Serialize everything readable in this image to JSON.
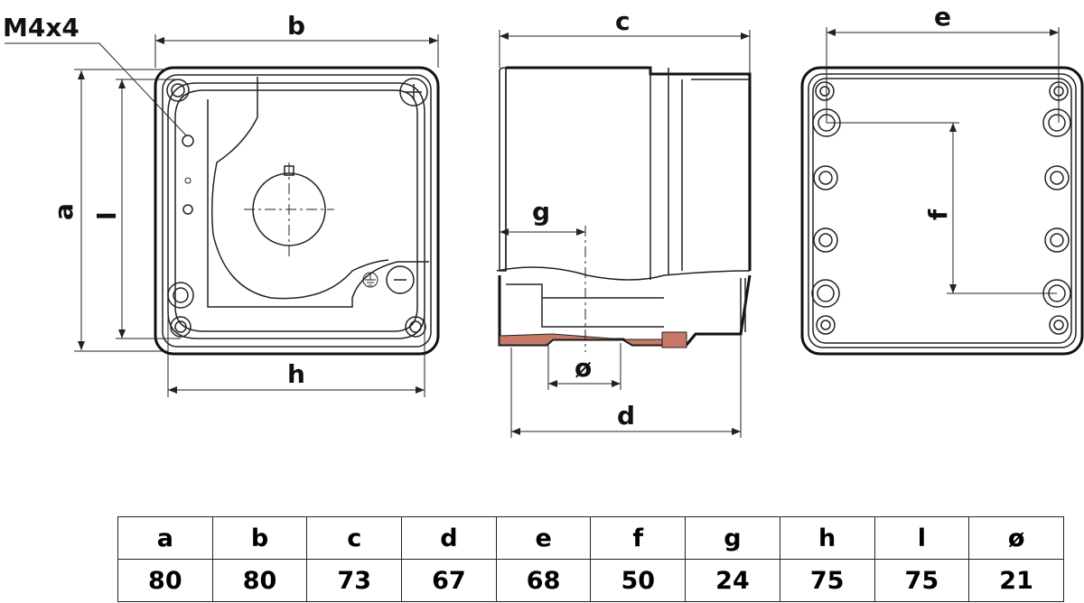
{
  "labels": {
    "thread": "M4x4",
    "a": "a",
    "b": "b",
    "c": "c",
    "d": "d",
    "e": "e",
    "f": "f",
    "g": "g",
    "h": "h",
    "l": "l",
    "dia": "ø"
  },
  "table": {
    "headers": [
      "a",
      "b",
      "c",
      "d",
      "e",
      "f",
      "g",
      "h",
      "l",
      "ø"
    ],
    "values": [
      "80",
      "80",
      "73",
      "67",
      "68",
      "50",
      "24",
      "75",
      "75",
      "21"
    ]
  }
}
